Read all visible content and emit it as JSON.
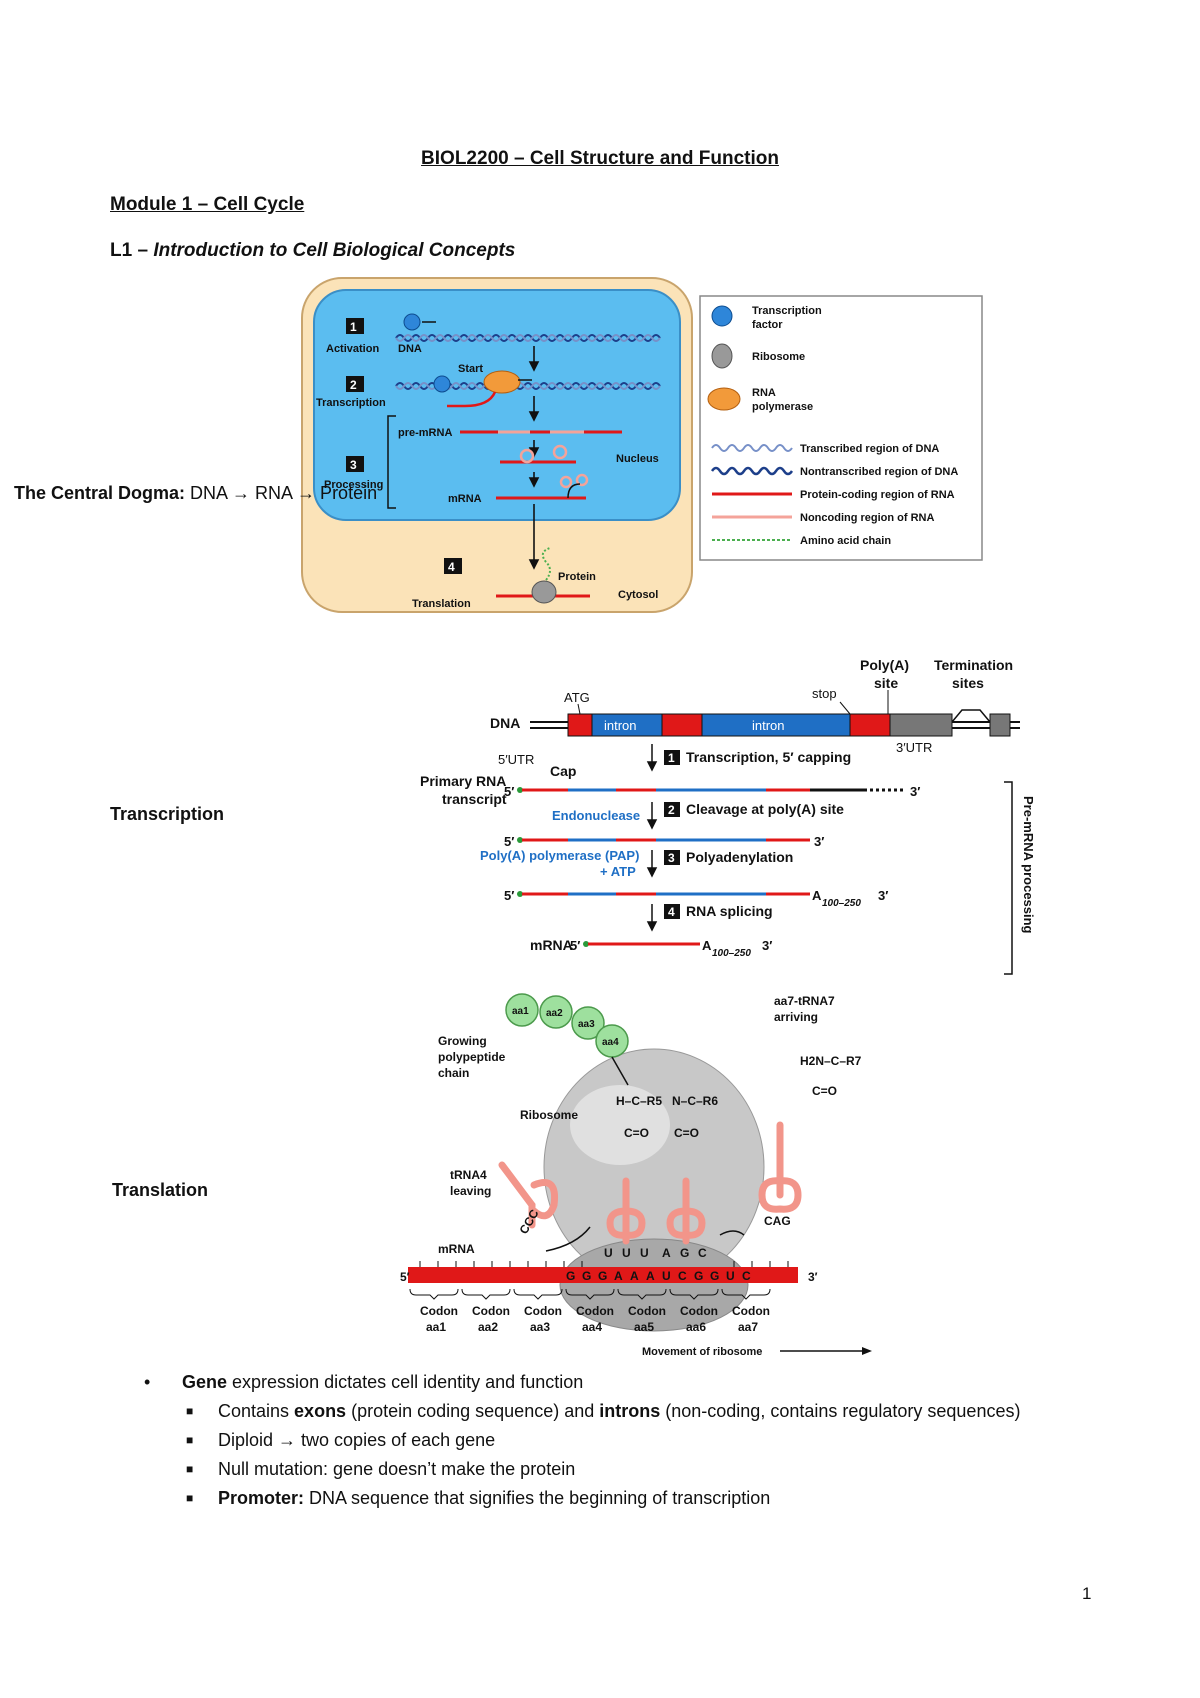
{
  "title": "BIOL2200 – Cell Structure and Function",
  "module": "Module 1 – Cell Cycle",
  "lecture_prefix": "L1 – ",
  "lecture_title": "Introduction to Cell Biological Concepts",
  "dogma": {
    "label": "The Central Dogma:",
    "text": " DNA → RNA → Protein"
  },
  "labels": {
    "transcription": "Transcription",
    "translation": "Translation"
  },
  "fig1": {
    "steps": [
      "1",
      "2",
      "3",
      "4"
    ],
    "activation": "Activation",
    "dna": "DNA",
    "start": "Start",
    "transcription": "Transcription",
    "pre_mrna": "pre-mRNA",
    "processing": "Processing",
    "nucleus": "Nucleus",
    "mrna": "mRNA",
    "translation": "Translation",
    "protein": "Protein",
    "cytosol": "Cytosol",
    "legend": {
      "tf1": "Transcription",
      "tf2": "factor",
      "ribosome": "Ribosome",
      "rnap1": "RNA",
      "rnap2": "polymerase",
      "transcribed": "Transcribed region of DNA",
      "nontranscribed": "Nontranscribed region of DNA",
      "coding": "Protein-coding region of RNA",
      "noncoding": "Noncoding region of RNA",
      "amino": "Amino acid chain"
    }
  },
  "fig2": {
    "polya": "Poly(A)",
    "site": "site",
    "termination": "Termination",
    "sites": "sites",
    "atg": "ATG",
    "stop": "stop",
    "dna": "DNA",
    "intron": "intron",
    "utr5": "5′UTR",
    "utr3": "3′UTR",
    "step1": "Transcription, 5′ capping",
    "cap": "Cap",
    "primary1": "Primary RNA",
    "primary2": "transcript",
    "five": "5′",
    "three": "3′",
    "endonuclease": "Endonuclease",
    "step2": "Cleavage at poly(A) site",
    "pap": "Poly(A) polymerase (PAP)",
    "atp": "+ ATP",
    "step3": "Polyadenylation",
    "a_tail": "A",
    "a_sub": "100–250",
    "step4": "RNA splicing",
    "mrna": "mRNA",
    "premrna": "Pre-mRNA processing",
    "nums": [
      "1",
      "2",
      "3",
      "4"
    ]
  },
  "fig3": {
    "growing1": "Growing",
    "growing2": "polypeptide",
    "growing3": "chain",
    "aa_chain": [
      "aa1",
      "aa2",
      "aa3",
      "aa4"
    ],
    "arriving1": "aa7-tRNA7",
    "arriving2": "arriving",
    "ribosome": "Ribosome",
    "trna1": "tRNA4",
    "trna2": "leaving",
    "mrna": "mRNA",
    "five": "5′",
    "three": "3′",
    "codon": "Codon",
    "anticodon_left": "CCC",
    "anticodon_right": "CAG",
    "uuuagc": [
      "U",
      "U",
      "U",
      "A",
      "G",
      "C"
    ],
    "sequence": [
      "G",
      "G",
      "G",
      "A",
      "A",
      "A",
      "U",
      "C",
      "G",
      "G",
      "U",
      "C"
    ],
    "aa_labels": [
      "aa1",
      "aa2",
      "aa3",
      "aa4",
      "aa5",
      "aa6",
      "aa7"
    ],
    "movement": "Movement of ribosome"
  },
  "bullets": {
    "b1_bold": "Gene",
    "b1_rest": " expression dictates cell identity and function",
    "s1_a": "Contains ",
    "s1_b": "exons",
    "s1_c": " (protein coding sequence) and ",
    "s1_d": "introns",
    "s1_e": " (non-coding, contains regulatory sequences)",
    "s2": "Diploid → two copies of each gene",
    "s3": "Null mutation: gene doesn’t make the protein",
    "s4_b": "Promoter:",
    "s4_r": " DNA sequence that signifies the beginning of transcription"
  },
  "page_number": "1",
  "colors": {
    "nucleus": "#5bbdf0",
    "cytosol": "#fbe3b8",
    "red": "#e01818",
    "blue": "#1f6fc5",
    "salmon": "#f4a39a",
    "ribosome": "#b0b0b0"
  }
}
